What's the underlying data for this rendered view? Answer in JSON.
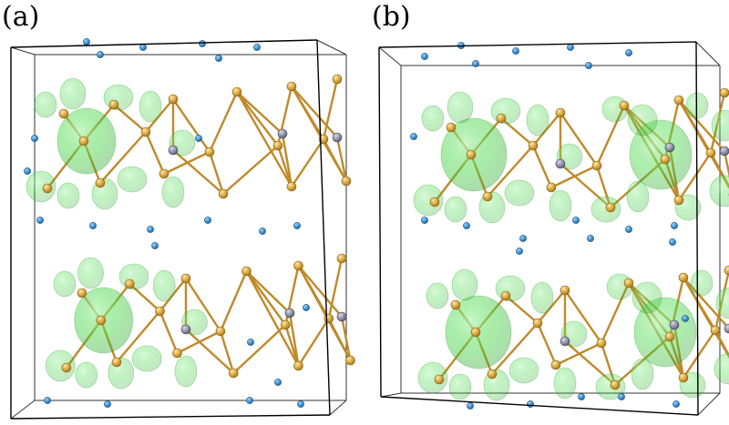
{
  "figure": {
    "panels": [
      {
        "id": "a",
        "label": "(a)"
      },
      {
        "id": "b",
        "label": "(b)"
      }
    ],
    "colors": {
      "background": "#ffffff",
      "frame": "#000000",
      "bond": "#c08a2a",
      "atom_gold": "#d4a23a",
      "atom_gold_dark": "#9c6f1a",
      "atom_gray": "#8c8ca4",
      "atom_gray_dark": "#55556a",
      "atom_blue": "#3a8fd0",
      "atom_blue_dark": "#1f5f94",
      "isosurface": "#44d644",
      "isosurface_dark": "#2aa02a"
    },
    "atom_types": [
      "gold-atom",
      "gray-atom",
      "blue-atom"
    ],
    "isosurface": "green-charge-density-isosurface"
  }
}
